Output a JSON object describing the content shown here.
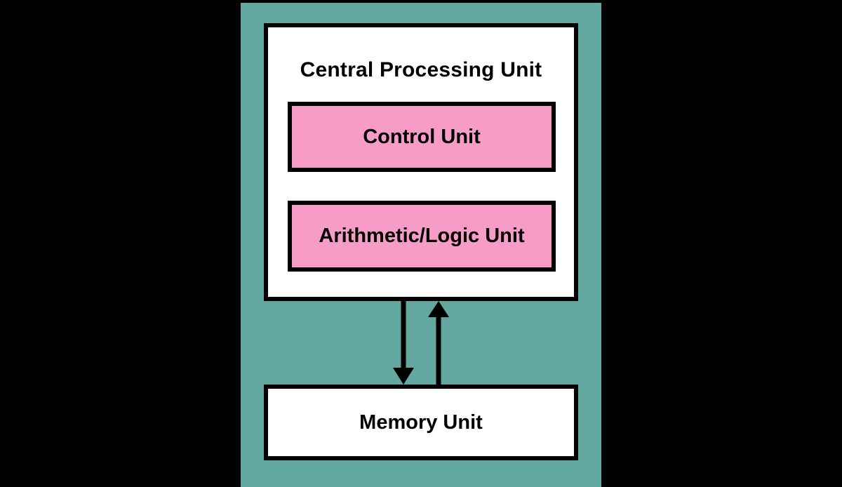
{
  "diagram": {
    "title": "Central Processing Unit",
    "system_panel_name": "computer-system",
    "colors": {
      "background": "#000000",
      "system_panel": "#62A8A1",
      "unit_fill": "#FFFFFF",
      "subunit_fill": "#F79CC6",
      "stroke": "#000000"
    },
    "cpu": {
      "label": "Central Processing Unit",
      "subunits": [
        {
          "label": "Control Unit"
        },
        {
          "label": "Arithmetic/Logic Unit"
        }
      ]
    },
    "memory": {
      "label": "Memory Unit"
    },
    "connectors": [
      {
        "name": "cpu-to-memory-arrow",
        "direction": "down",
        "from": "Central Processing Unit",
        "to": "Memory Unit"
      },
      {
        "name": "memory-to-cpu-arrow",
        "direction": "up",
        "from": "Memory Unit",
        "to": "Central Processing Unit"
      }
    ]
  }
}
